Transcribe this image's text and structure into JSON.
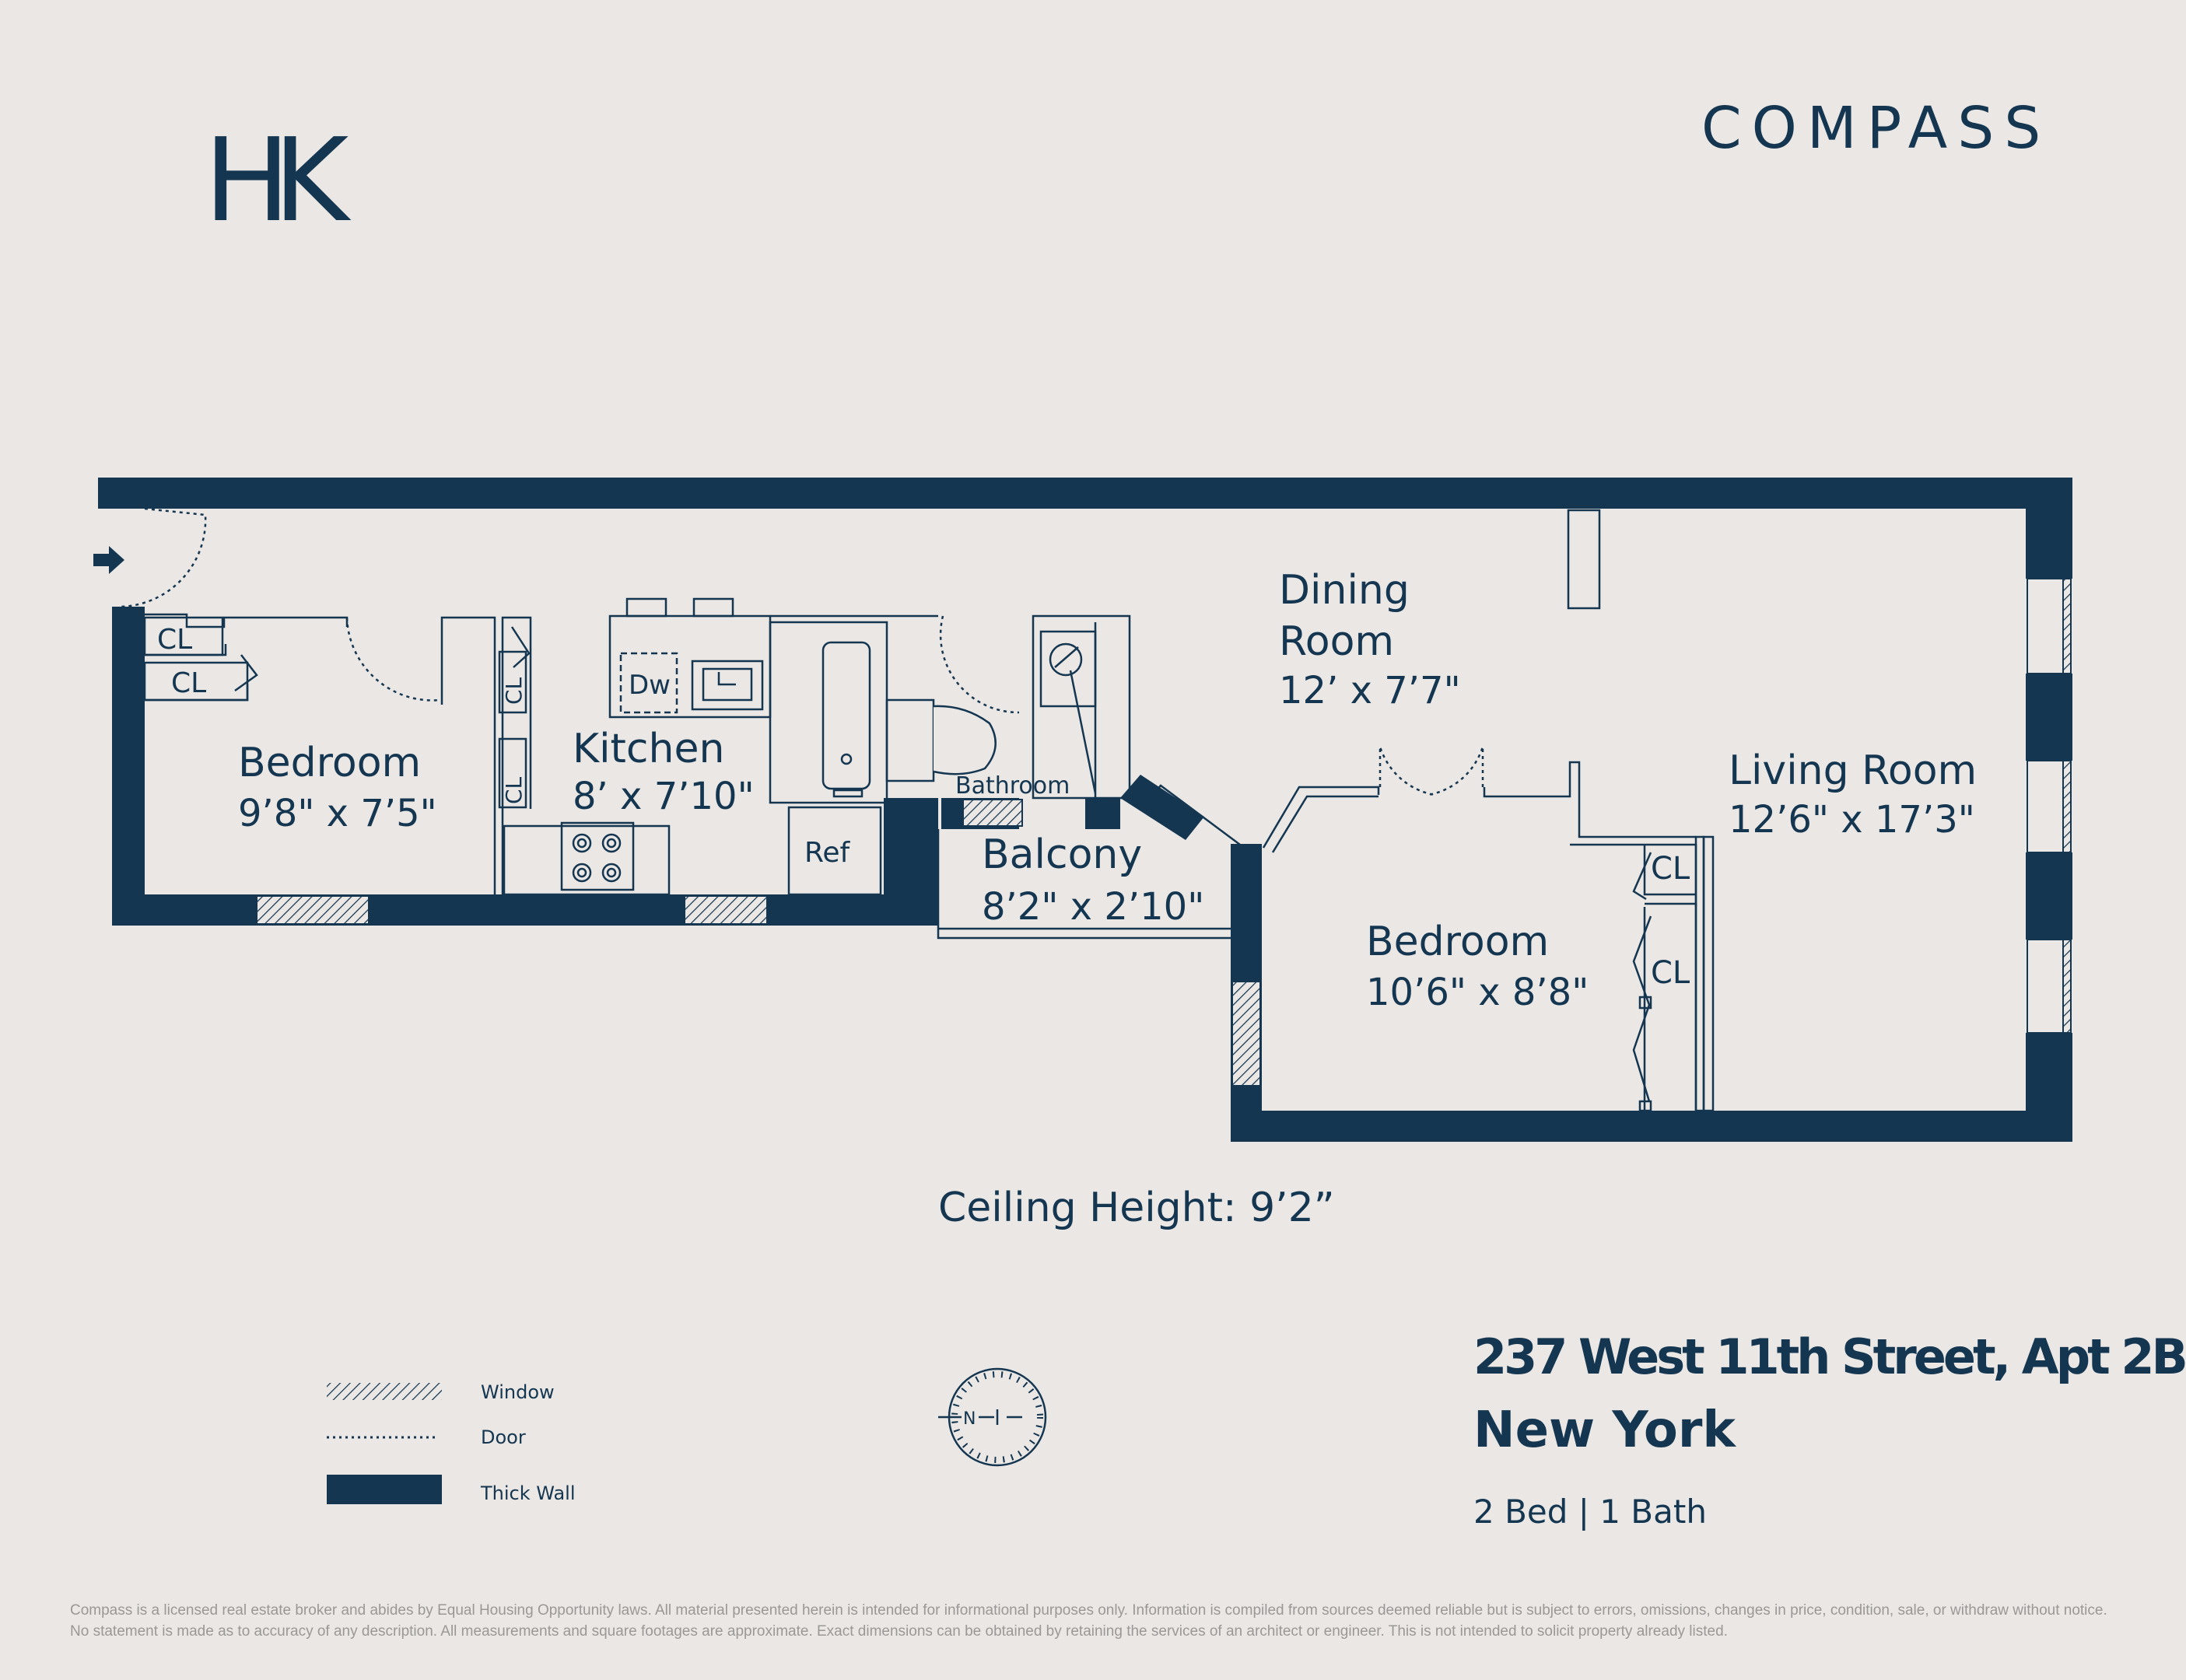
{
  "brand": {
    "left_logo": "HK",
    "right_logo": "COMPASS"
  },
  "rooms": {
    "bedroom_1": {
      "name": "Bedroom",
      "dims": "9’8\" x 7’5\""
    },
    "kitchen": {
      "name": "Kitchen",
      "dims": "8’ x 7’10\""
    },
    "bathroom": {
      "name": "Bathroom"
    },
    "balcony": {
      "name": "Balcony",
      "dims": "8’2\" x 2’10\""
    },
    "dining": {
      "name_line1": "Dining",
      "name_line2": "Room",
      "dims": "12’ x 7’7\""
    },
    "living": {
      "name": "Living Room",
      "dims": "12’6\" x 17’3\""
    },
    "bedroom_2": {
      "name": "Bedroom",
      "dims": "10’6\" x 8’8\""
    }
  },
  "fixtures": {
    "closet": "CL",
    "dishwasher": "Dw",
    "refrigerator": "Ref"
  },
  "ceiling_height": "Ceiling Height: 9’2”",
  "legend": {
    "window": "Window",
    "door": "Door",
    "thick_wall": "Thick Wall"
  },
  "compass_rose": {
    "north_letter": "N"
  },
  "listing": {
    "address": "237 West 11th Street, Apt 2B",
    "city": "New York",
    "beds_baths": "2 Bed | 1 Bath"
  },
  "disclaimer": "Compass is a licensed real estate broker and abides by Equal Housing Opportunity laws. All material presented herein is intended for informational purposes only. Information is compiled from sources deemed reliable but is subject to errors, omissions, changes in price, condition, sale, or withdraw without notice. No statement is made as to accuracy of any description. All measurements and square footages are approximate. Exact dimensions can be obtained by retaining the services of an architect or engineer. This is not intended to solicit property already listed.",
  "colors": {
    "navy": "#143651",
    "background": "#ebe7e4",
    "disclaimer_text": "#9a9896"
  }
}
